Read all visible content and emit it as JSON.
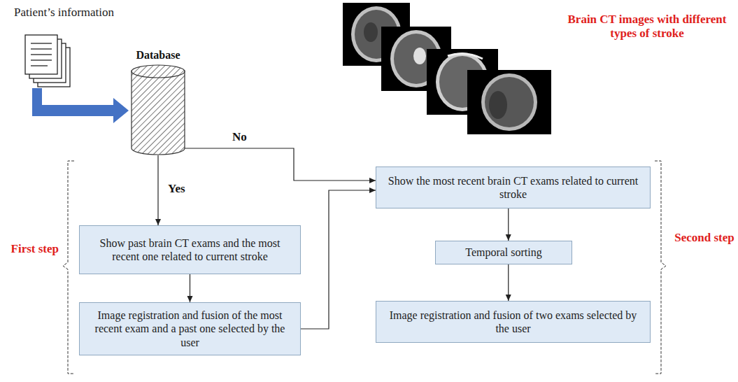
{
  "diagram": {
    "nodes": [
      {
        "text": [
          "Database"
        ]
      },
      {
        "text": [
          "Show past brain CT exams and the most recent one related to current stroke"
        ]
      },
      {
        "text": [
          "Image registration and fusion of the most recent exam and a past one selected by the user"
        ]
      },
      {
        "text": [
          "Show the most recent brain CT exams related to current stroke"
        ]
      },
      {
        "text": [
          "Temporal sorting"
        ]
      },
      {
        "text": [
          "Image registration and fusion of two exams selected by the user"
        ]
      }
    ],
    "edges": [
      {
        "from": 0,
        "to": 1,
        "arrow": "to",
        "label": "Yes"
      },
      {
        "from": 0,
        "to": 3,
        "arrow": "to",
        "label": "No"
      },
      {
        "from": 1,
        "to": 2,
        "arrow": "to"
      },
      {
        "from": 2,
        "to": 3,
        "arrow": "to"
      },
      {
        "from": 3,
        "to": 4,
        "arrow": "to"
      },
      {
        "from": 4,
        "to": 5,
        "arrow": "to"
      }
    ],
    "labels": [
      "Patient’s information",
      "Brain CT images with different types of stroke",
      "First step",
      "Second step"
    ]
  }
}
